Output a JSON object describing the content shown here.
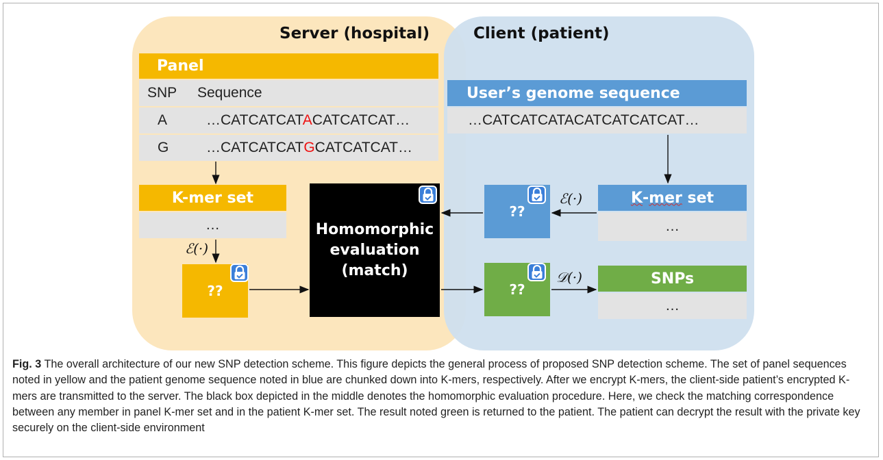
{
  "regions": {
    "server": "Server (hospital)",
    "client": "Client (patient)"
  },
  "panel": {
    "title": "Panel",
    "col_snp": "SNP",
    "col_sequence": "Sequence",
    "rows": [
      {
        "snp": "A",
        "prefix": "…CATCATCAT",
        "variant": "A",
        "suffix": "CATCATCAT…"
      },
      {
        "snp": "G",
        "prefix": "…CATCATCAT",
        "variant": "G",
        "suffix": "CATCATCAT…"
      }
    ]
  },
  "user": {
    "title": "User’s genome sequence",
    "sequence": "…CATCATCATACATCATCATCAT…"
  },
  "server_kmer": {
    "title": "K-mer set",
    "items": "…"
  },
  "client_kmer": {
    "title_k": "K",
    "title_mer": "mer",
    "title_set": "set",
    "items": "…"
  },
  "snps": {
    "title": "SNPs",
    "items": "…"
  },
  "boxes": {
    "server_encrypted": "??",
    "client_encrypted": "??",
    "result_encrypted": "??"
  },
  "homomorphic": {
    "line1": "Homomorphic",
    "line2": "evaluation",
    "line3": "(match)"
  },
  "functions": {
    "encrypt": "ℰ(·)",
    "decrypt": "𝒟(·)"
  },
  "colors": {
    "server_region": "#fce6bd",
    "client_region": "#cfdfee",
    "yellow": "#f5b800",
    "blue": "#5b9bd5",
    "green": "#70ad47",
    "variant_red": "#ee1111"
  },
  "icons": [
    "lock-icon"
  ],
  "caption": {
    "label": "Fig. 3",
    "text": "The overall architecture of our new SNP detection scheme. This figure depicts the general process of proposed SNP detection scheme. The set of panel sequences noted in yellow and the patient genome sequence noted in blue are chunked down into K-mers, respectively. After we encrypt K-mers, the client-side patient’s encrypted K-mers are transmitted to the server. The black box depicted in the middle denotes the homomorphic evaluation procedure. Here, we check the matching correspondence between any member in panel K-mer  set and in the patient K-mer  set. The result noted green is returned to the patient. The patient can decrypt the result with the private key securely on the client-side environment"
  }
}
